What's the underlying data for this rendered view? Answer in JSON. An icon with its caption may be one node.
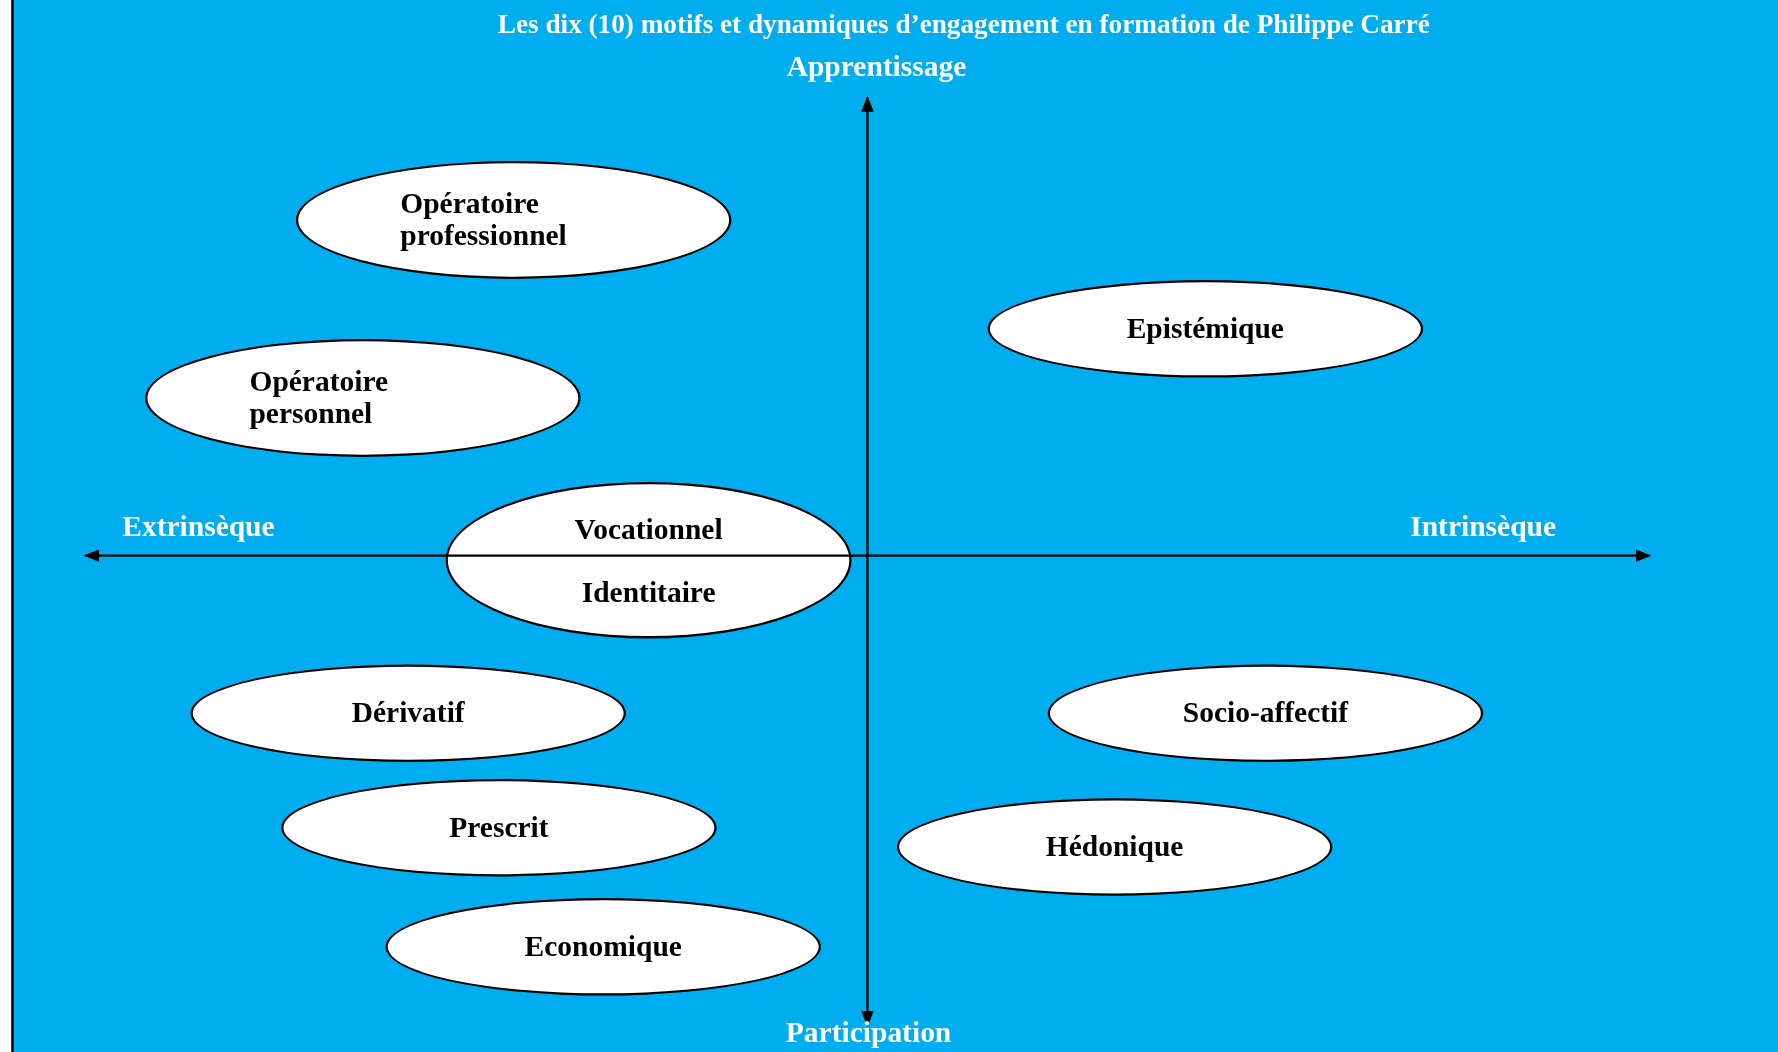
{
  "diagram": {
    "title": "Les dix (10) motifs et dynamiques d’engagement en formation de Philippe Carré",
    "nodes": [
      {
        "text": [
          "Opératoire professionnel"
        ]
      },
      {
        "text": [
          "Epistémique"
        ]
      },
      {
        "text": [
          "Opératoire personnel"
        ]
      },
      {
        "text": [
          "Vocationnel",
          "Identitaire"
        ]
      },
      {
        "text": [
          "Dérivatif"
        ]
      },
      {
        "text": [
          "Socio-affectif"
        ]
      },
      {
        "text": [
          "Prescrit"
        ]
      },
      {
        "text": [
          "Hédonique"
        ]
      },
      {
        "text": [
          "Economique"
        ]
      }
    ],
    "labels": [
      "Apprentissage",
      "Extrinsèque",
      "Intrinsèque",
      "Participation"
    ]
  }
}
